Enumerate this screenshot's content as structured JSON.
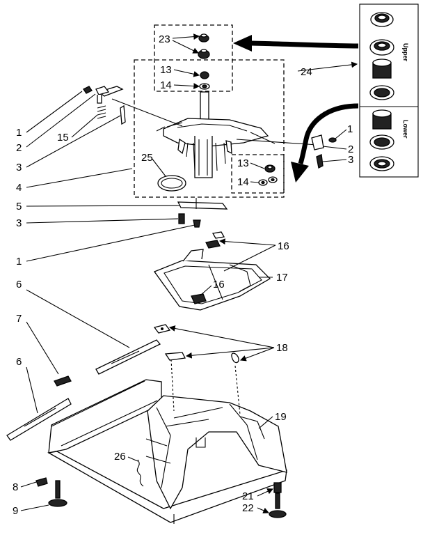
{
  "callouts": {
    "c1a": "1",
    "c2a": "2",
    "c15": "15",
    "c3a": "3",
    "c4": "4",
    "c5": "5",
    "c3b": "3",
    "c1b": "1",
    "c6a": "6",
    "c7": "7",
    "c6b": "6",
    "c8": "8",
    "c9": "9",
    "c23": "23",
    "c13a": "13",
    "c14a": "14",
    "c25": "25",
    "c13b": "13",
    "c14b": "14",
    "c24": "24",
    "c1c": "1",
    "c2b": "2",
    "c3c": "3",
    "c16a": "16",
    "c16b": "16",
    "c17": "17",
    "c18": "18",
    "c19": "19",
    "c26": "26",
    "c21": "21",
    "c22": "22"
  },
  "kit_labels": {
    "upper": "Upper",
    "lower": "Lower"
  }
}
